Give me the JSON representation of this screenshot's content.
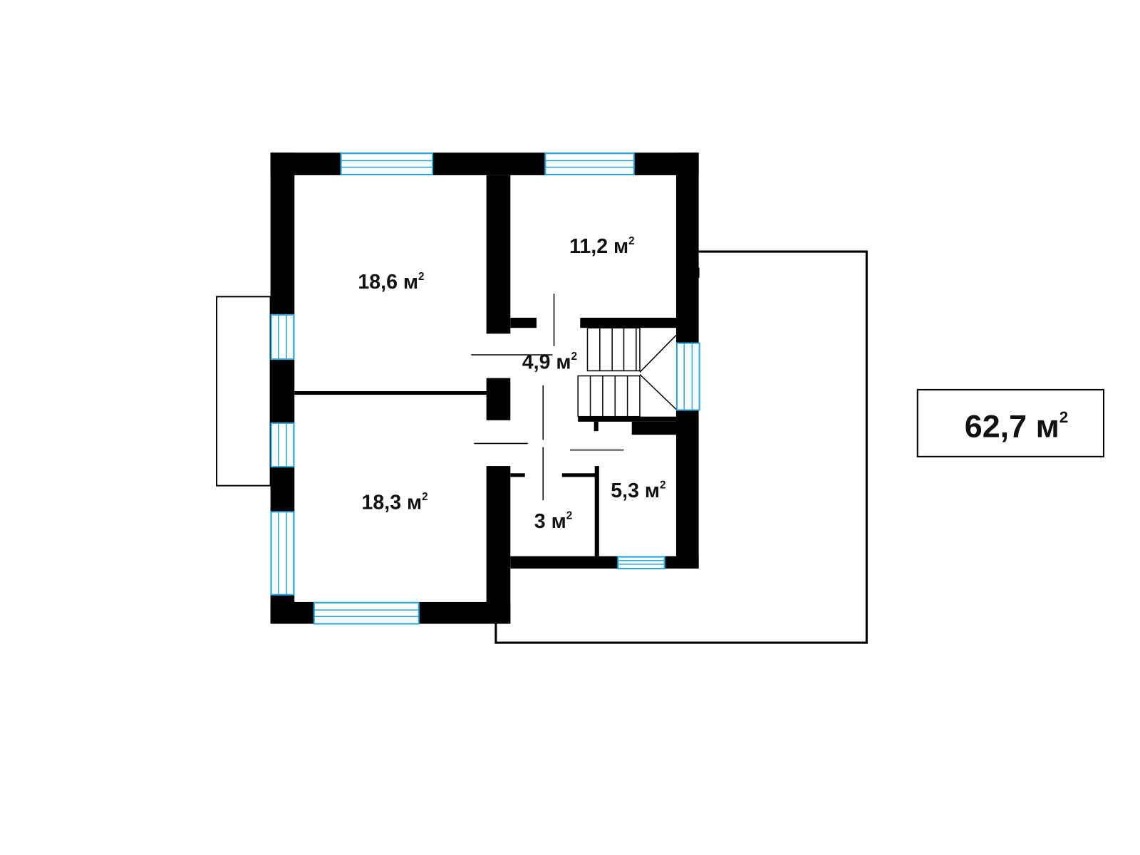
{
  "rooms": [
    {
      "name": "room-top-left",
      "area": "18,6 м",
      "unit_sup": "2"
    },
    {
      "name": "room-top-right",
      "area": "11,2 м",
      "unit_sup": "2"
    },
    {
      "name": "hall",
      "area": "4,9 м",
      "unit_sup": "2"
    },
    {
      "name": "room-bottom-left",
      "area": "18,3 м",
      "unit_sup": "2"
    },
    {
      "name": "room-small-right",
      "area": "5,3 м",
      "unit_sup": "2"
    },
    {
      "name": "room-small",
      "area": "3 м",
      "unit_sup": "2"
    }
  ],
  "total": {
    "area": "62,7 м",
    "unit_sup": "2"
  },
  "colors": {
    "wall": "#000000",
    "window": "#29a8e0"
  }
}
